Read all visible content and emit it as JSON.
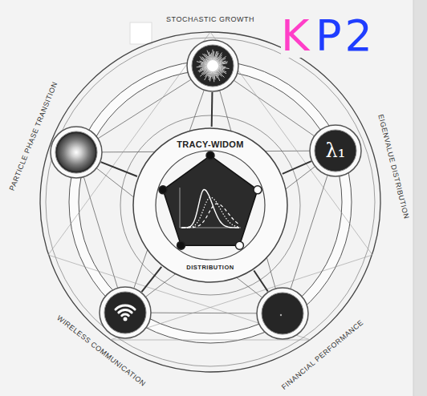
{
  "diagram": {
    "nodes": [
      {
        "text": [
          "STOCHASTIC GROWTH"
        ]
      },
      {
        "text": [
          "PARTICLE PHASE TRANSITION"
        ]
      },
      {
        "text": [
          "EIGENVALUE DISTRIBUTION",
          "λ₁"
        ]
      },
      {
        "text": [
          "TRACY-WIDOM",
          "DISTRIBUTION"
        ]
      },
      {
        "text": [
          "WIRELESS COMMUNICATION"
        ]
      },
      {
        "text": [
          "FINANCIAL PERFORMANCE"
        ]
      }
    ],
    "edges": [
      {
        "from": 3,
        "to": 0,
        "arrow": "none"
      },
      {
        "from": 3,
        "to": 1,
        "arrow": "none"
      },
      {
        "from": 3,
        "to": 2,
        "arrow": "none"
      },
      {
        "from": 3,
        "to": 4,
        "arrow": "none"
      },
      {
        "from": 3,
        "to": 5,
        "arrow": "none"
      }
    ],
    "labels": [
      "K",
      "P2"
    ]
  }
}
